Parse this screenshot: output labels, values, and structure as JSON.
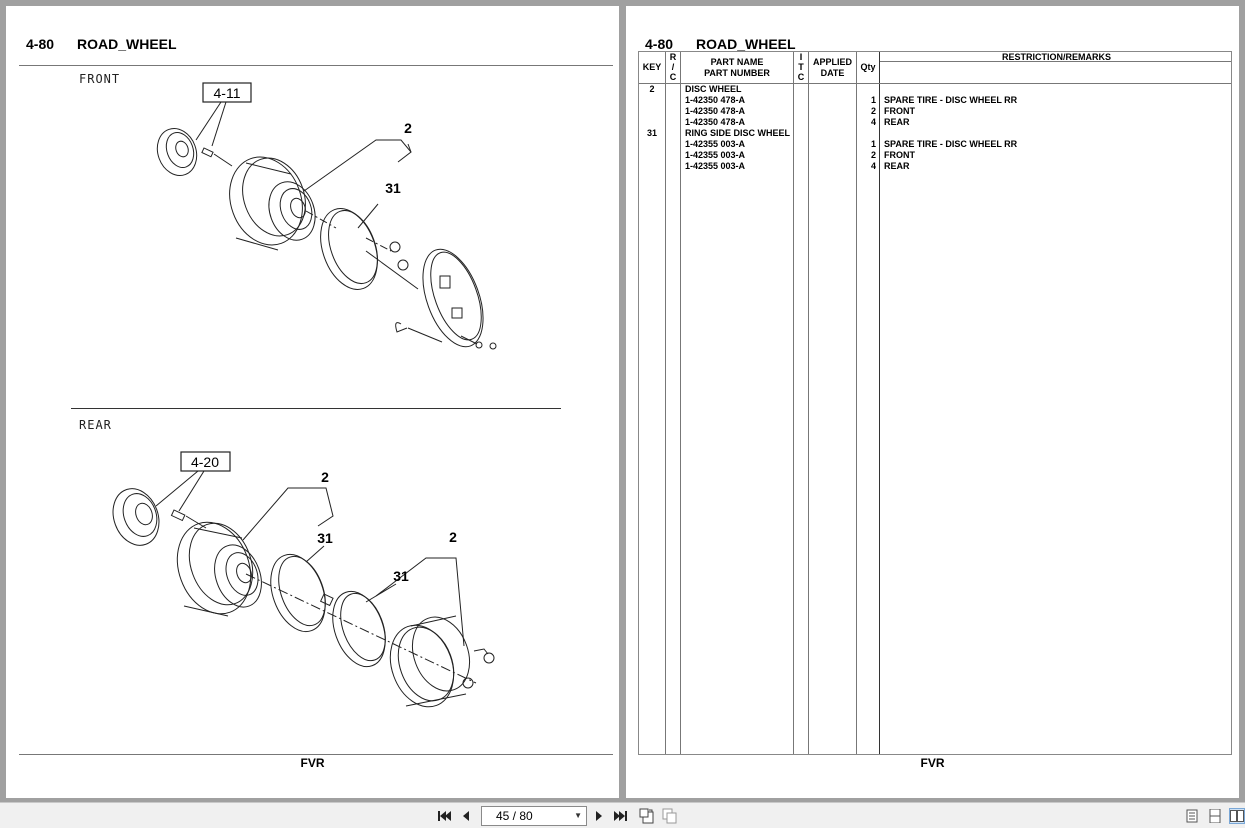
{
  "left_page": {
    "section_code": "4-80",
    "section_title": "ROAD_WHEEL",
    "front_label": "FRONT",
    "rear_label": "REAR",
    "front_ref": "4-11",
    "rear_ref": "4-20",
    "callouts": {
      "front_disc_wheel": "2",
      "front_ring": "31",
      "rear_disc_wheel_inner": "2",
      "rear_ring_inner": "31",
      "rear_ring_outer": "31",
      "rear_disc_wheel_outer": "2"
    },
    "footer": "FVR"
  },
  "right_page": {
    "section_code": "4-80",
    "section_title": "ROAD_WHEEL",
    "columns": {
      "key": "KEY",
      "rc": [
        "R",
        "/",
        "C"
      ],
      "part_name": "PART NAME",
      "part_number": "PART NUMBER",
      "itc": [
        "I",
        "T",
        "C"
      ],
      "applied": "APPLIED",
      "date": "DATE",
      "qty": "Qty",
      "remarks": "RESTRICTION/REMARKS"
    },
    "rows": [
      {
        "key": "2",
        "text": "DISC WHEEL",
        "qty": "",
        "remarks": ""
      },
      {
        "key": "",
        "text": "1-42350 478-A",
        "qty": "1",
        "remarks": "SPARE TIRE - DISC WHEEL RR"
      },
      {
        "key": "",
        "text": "1-42350 478-A",
        "qty": "2",
        "remarks": "FRONT"
      },
      {
        "key": "",
        "text": "1-42350 478-A",
        "qty": "4",
        "remarks": "REAR"
      },
      {
        "key": "31",
        "text": "RING SIDE DISC WHEEL",
        "qty": "",
        "remarks": ""
      },
      {
        "key": "",
        "text": "1-42355 003-A",
        "qty": "1",
        "remarks": "SPARE TIRE - DISC WHEEL RR"
      },
      {
        "key": "",
        "text": "1-42355 003-A",
        "qty": "2",
        "remarks": "FRONT"
      },
      {
        "key": "",
        "text": "1-42355 003-A",
        "qty": "4",
        "remarks": "REAR"
      }
    ],
    "footer": "FVR"
  },
  "toolbar": {
    "page_indicator": "45 / 80",
    "icons": [
      "first-page-icon",
      "prev-page-icon",
      "next-page-icon",
      "last-page-icon",
      "rotate-icon",
      "copy-icon",
      "single-page-view-icon",
      "continuous-view-icon",
      "two-page-view-icon"
    ]
  }
}
